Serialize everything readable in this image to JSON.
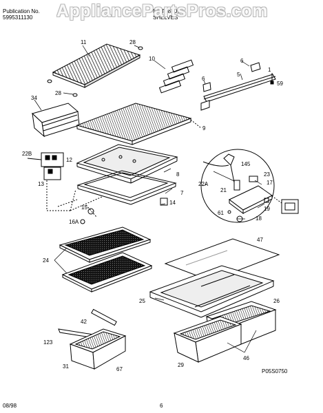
{
  "header": {
    "publication_label": "Publication No.",
    "publication_no": "5995311130",
    "model": "MRT18SJF",
    "section": "SHELVES"
  },
  "watermark": "AppliancePartsPros.com",
  "diagram_code": "P05S0750",
  "footer": {
    "date": "08/98",
    "page": "6"
  },
  "labels": {
    "l11": "11",
    "l28a": "28",
    "l28b": "28",
    "l10": "10",
    "l6a": "6",
    "l5": "5",
    "l1": "1",
    "l59": "59",
    "l6b": "6",
    "l34": "34",
    "l9": "9",
    "l22B": "22B",
    "l12": "12",
    "l13": "13",
    "l8": "8",
    "l7": "7",
    "l145": "145",
    "l23": "23",
    "l22A": "22A",
    "l21": "21",
    "l17": "17",
    "l15": "15",
    "l14": "14",
    "l19": "19",
    "l16A": "16A",
    "l61": "61",
    "l18": "18",
    "l47": "47",
    "l24": "24",
    "l26": "26",
    "l25": "25",
    "l42": "42",
    "l123": "123",
    "l31": "31",
    "l67": "67",
    "l29": "29",
    "l46": "46"
  }
}
